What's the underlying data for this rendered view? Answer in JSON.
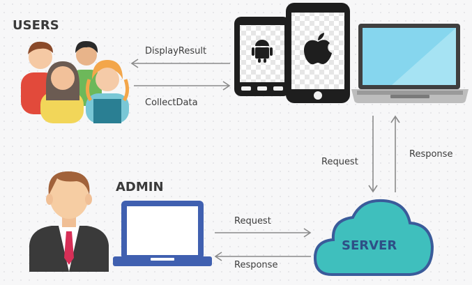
{
  "labels": {
    "users": "USERS",
    "admin": "ADMIN",
    "server": "SERVER",
    "display_result": "DisplayResult",
    "collect_data": "CollectData",
    "request_vertical": "Request",
    "response_vertical": "Response",
    "request_horizontal": "Request",
    "response_horizontal": "Response"
  },
  "colors": {
    "arrow": "#8a8a8a",
    "server_cloud": "#3fbfbd",
    "cloud_outline": "#3a5b9a",
    "admin_laptop": "#4060b0",
    "phone_frame": "#1e1e1e",
    "laptop_screen": "#86d6ee"
  },
  "icons": {
    "users": "group-of-people-icon",
    "admin": "businessman-icon",
    "phones": "android-and-apple-phones-icon",
    "client_laptop": "laptop-icon",
    "admin_laptop": "laptop-outline-icon",
    "server": "cloud-icon"
  }
}
